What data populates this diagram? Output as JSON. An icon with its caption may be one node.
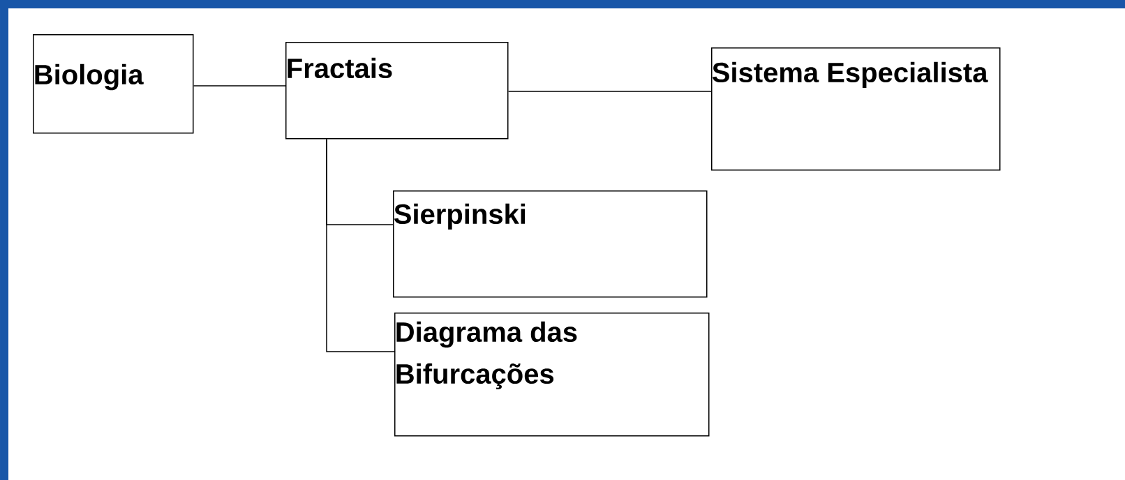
{
  "diagram": {
    "nodes": [
      {
        "text": [
          "Biologia"
        ]
      },
      {
        "text": [
          "Fractais"
        ]
      },
      {
        "text": [
          "Sistema Especialista"
        ]
      },
      {
        "text": [
          "Sierpinski"
        ]
      },
      {
        "text": [
          "Diagrama das Bifurcações"
        ]
      }
    ],
    "edges": [
      {
        "from": 0,
        "to": 1,
        "arrow": "none"
      },
      {
        "from": 1,
        "to": 2,
        "arrow": "none"
      },
      {
        "from": 1,
        "to": 3,
        "arrow": "none"
      },
      {
        "from": 1,
        "to": 4,
        "arrow": "none"
      }
    ]
  }
}
